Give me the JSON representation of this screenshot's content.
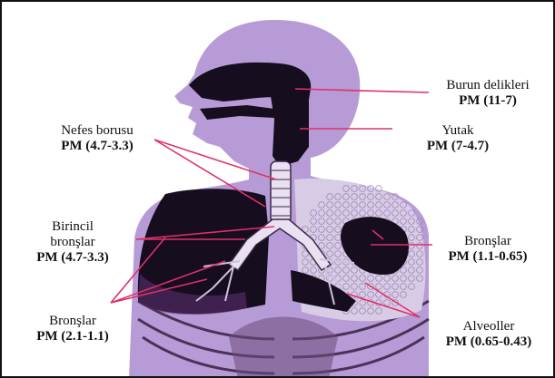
{
  "colors": {
    "silhouette": "#b79bd6",
    "dark": "#160d1e",
    "mid": "#5a2f6e",
    "light_tissue": "#d8cbe6",
    "leader": "#e0306a"
  },
  "labels": {
    "burun": {
      "name": "Burun delikleri",
      "pm": "PM (11-7)"
    },
    "yutak": {
      "name": "Yutak",
      "pm": "PM (7-4.7)"
    },
    "nefes": {
      "name": "Nefes borusu",
      "pm": "PM (4.7-3.3)"
    },
    "birincil": {
      "name1": "Birincil",
      "name2": "bronşlar",
      "pm": "PM (4.7-3.3)"
    },
    "bronslar_right": {
      "name": "Bronşlar",
      "pm": "PM (1.1-0.65)"
    },
    "bronslar_left": {
      "name": "Bronşlar",
      "pm": "PM (2.1-1.1)"
    },
    "alveoller": {
      "name": "Alveoller",
      "pm": "PM (0.65-0.43)"
    }
  }
}
